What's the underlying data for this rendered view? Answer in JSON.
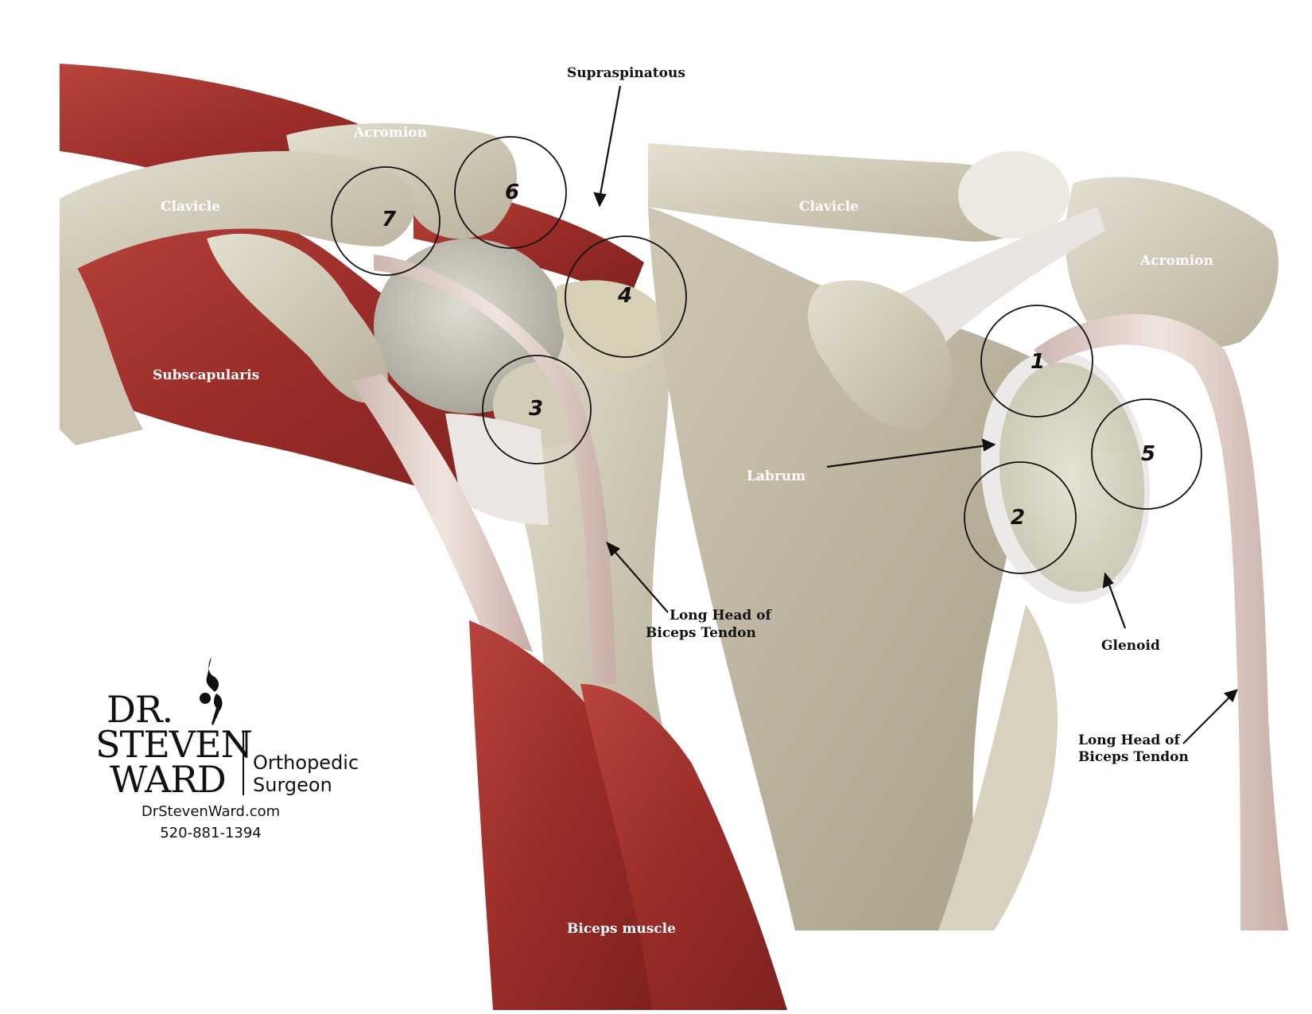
{
  "labels": {
    "supraspinatous": "Supraspinatous",
    "acromion_left": "Acromion",
    "clavicle_left": "Clavicle",
    "subscapularis": "Subscapularis",
    "long_head_left_1": "Long Head of",
    "long_head_left_2": "Biceps Tendon",
    "biceps_muscle": "Biceps muscle",
    "clavicle_right": "Clavicle",
    "acromion_right": "Acromion",
    "labrum": "Labrum",
    "glenoid": "Glenoid",
    "long_head_right_1": "Long Head of",
    "long_head_right_2": "Biceps Tendon"
  },
  "markers": [
    "1",
    "2",
    "3",
    "4",
    "5",
    "6",
    "7"
  ],
  "logo": {
    "line1": "DR.",
    "line2": "STEVEN",
    "line3": "WARD",
    "role1": "Orthopedic",
    "role2": "Surgeon",
    "website": "DrStevenWard.com",
    "phone": "520-881-1394"
  },
  "colors": {
    "muscle": "#a8322e",
    "bone": "#d9d3c3",
    "tendon": "#ead8d2",
    "cartilage": "#d8d6c4",
    "background": "#ffffff"
  }
}
